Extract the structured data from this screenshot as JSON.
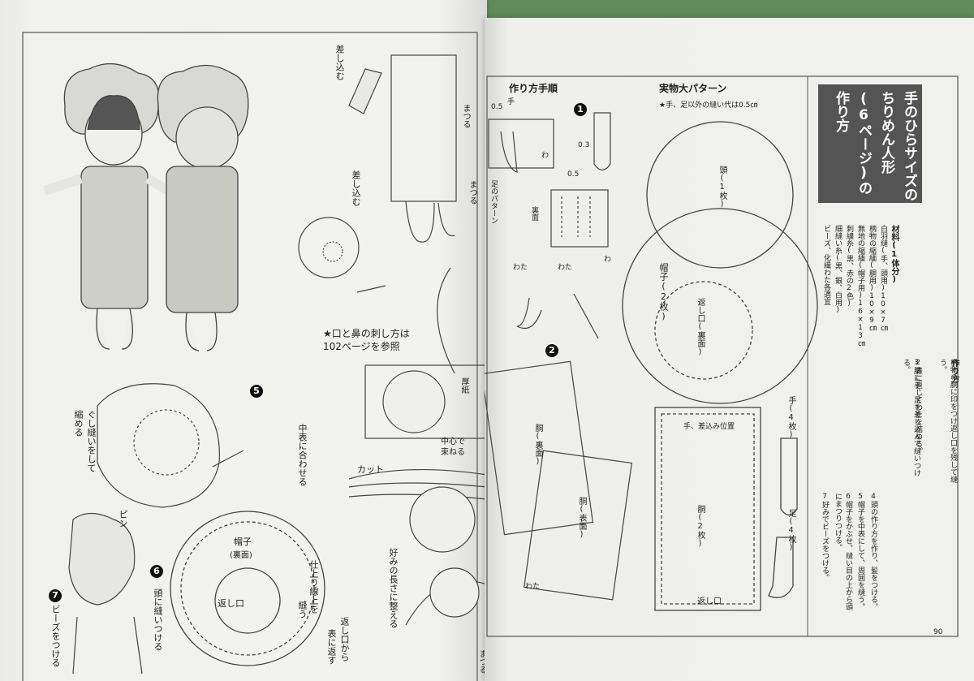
{
  "left_page": {
    "labels": {
      "sashikomu_top": "差し込む",
      "matsuri_1": "まつる",
      "sashikomu_mid": "差し込む",
      "matsuri_2": "まつる",
      "mouth_nose_note_1": "★口と鼻の刺し方は",
      "mouth_nose_note_2": "102ページを参照",
      "gushi_nui": "ぐし縫いをして",
      "chijimeru": "縮める",
      "nakaomote": "中表に合わせる",
      "boushi": "帽子",
      "urame": "(裏面)",
      "kaeshiguchi": "返し口",
      "shiage_1": "仕上り線上を",
      "shiage_2": "縫う",
      "kaeshi_from_1": "返し口から",
      "kaeshi_from_2": "表に返す",
      "pin": "ピン",
      "atama_nui": "頭に縫いつける",
      "beads": "ビーズをつける",
      "cut": "カット",
      "chushin": "中心で",
      "tabaneru": "束ねる",
      "atsugami": "厚紙",
      "konomi": "好みの長さに整える",
      "matsuri_3": "まつる"
    },
    "steps": {
      "five": "5",
      "six": "6",
      "seven": "7"
    }
  },
  "right_page": {
    "headings": {
      "tsukurikata_tejun": "作り方手順",
      "jitsubutsu": "実物大パターン",
      "seam_note": "★手、足以外の縫い代は0.5㎝"
    },
    "title": {
      "line1": "手のひらサイズの",
      "line2": "ちりめん人形",
      "line3": "(6ページ)の",
      "line4": "作り方"
    },
    "steps": {
      "one": "1",
      "two": "2"
    },
    "labels": {
      "dim_05a": "0.5",
      "tejiri": "手",
      "ashi_pattern": "足のパターン",
      "wa_1": "わ",
      "dim_03": "0.3",
      "dim_05b": "0.5",
      "urame": "裏面",
      "wa_2": "わ",
      "wata_1": "わた",
      "wata_2": "わた",
      "dou_urame": "胴(裏面)",
      "dou_omote": "胴(表面)",
      "wata_3": "わた",
      "atama": "頭(1枚)",
      "boushi": "帽子(2枚)",
      "kaeshiguchi_urame": "返し口(裏面)",
      "te_sashikomi": "手、差込み位置",
      "dou_pattern": "胴(2枚)",
      "kaeshiguchi": "返し口",
      "te_pattern": "手(4枚)",
      "ashi_pattern2": "足(4枚)",
      "page_number": "90"
    },
    "materials": {
      "header": "材料(1体分)",
      "l1": "白羽縫(手、頭用)10×7㎝",
      "l2": "柄物の縮緬(胴用)10×9㎝",
      "l3": "無地の縮緬(帽子用)16×13㎝",
      "l4": "刺繍糸(黒、赤の2色)",
      "l5": "細縫い糸(黒、銀、白用)",
      "l6": "ビーズ、化繊わた各適宜"
    },
    "method": {
      "header": "作り方",
      "p1": "1手、足、胴用の布を中表に合わせ、柄物の胴に印をつけ返し口を残して縫う。",
      "p2": "2表に返してわたを詰める。",
      "p3": "3胴に手、足を差し込んで縫いつける。",
      "p4": "4頭の作り方を作り、髪をつける。",
      "p5": "5帽子を中表にして、周囲を縫う。",
      "p6": "6帽子をかぶせ、縫い目の上から頭にまつりつける。",
      "p7": "7好みでビーズをつける。"
    }
  }
}
